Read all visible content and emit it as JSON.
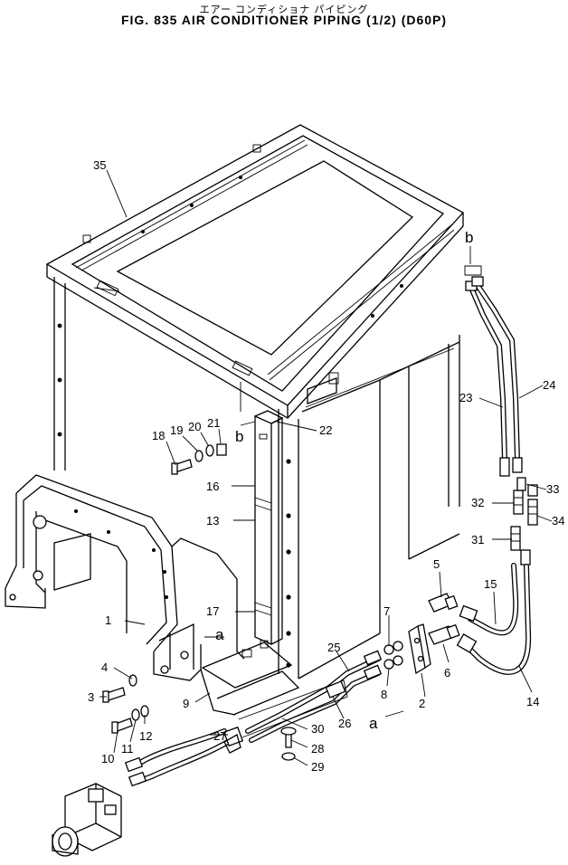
{
  "header": {
    "subtitle": "エアー コンディショナ パイピング",
    "title": "FIG. 835  AIR  CONDITIONER  PIPING  (1/2)  (D60P)"
  },
  "callouts": [
    {
      "id": "c1",
      "label": "1"
    },
    {
      "id": "c2",
      "label": "2"
    },
    {
      "id": "c3",
      "label": "3"
    },
    {
      "id": "c4",
      "label": "4"
    },
    {
      "id": "c5",
      "label": "5"
    },
    {
      "id": "c6",
      "label": "6"
    },
    {
      "id": "c7",
      "label": "7"
    },
    {
      "id": "c8",
      "label": "8"
    },
    {
      "id": "c9",
      "label": "9"
    },
    {
      "id": "c10",
      "label": "10"
    },
    {
      "id": "c11",
      "label": "11"
    },
    {
      "id": "c12",
      "label": "12"
    },
    {
      "id": "c13",
      "label": "13"
    },
    {
      "id": "c14",
      "label": "14"
    },
    {
      "id": "c15",
      "label": "15"
    },
    {
      "id": "c16",
      "label": "16"
    },
    {
      "id": "c17",
      "label": "17"
    },
    {
      "id": "c18",
      "label": "18"
    },
    {
      "id": "c19",
      "label": "19"
    },
    {
      "id": "c20",
      "label": "20"
    },
    {
      "id": "c21",
      "label": "21"
    },
    {
      "id": "c22",
      "label": "22"
    },
    {
      "id": "c23",
      "label": "23"
    },
    {
      "id": "c24",
      "label": "24"
    },
    {
      "id": "c25",
      "label": "25"
    },
    {
      "id": "c26",
      "label": "26"
    },
    {
      "id": "c27",
      "label": "27"
    },
    {
      "id": "c28",
      "label": "28"
    },
    {
      "id": "c29",
      "label": "29"
    },
    {
      "id": "c30",
      "label": "30"
    },
    {
      "id": "c31",
      "label": "31"
    },
    {
      "id": "c32",
      "label": "32"
    },
    {
      "id": "c33",
      "label": "33"
    },
    {
      "id": "c34",
      "label": "34"
    },
    {
      "id": "c35",
      "label": "35"
    }
  ],
  "refs": {
    "b": "b",
    "a": "a"
  }
}
